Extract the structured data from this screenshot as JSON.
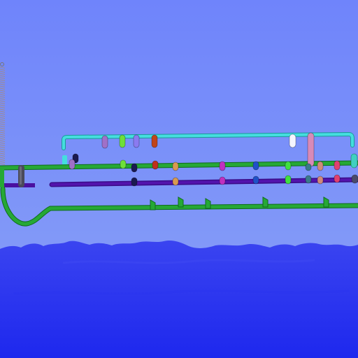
{
  "colors": {
    "sky": "#7287fb",
    "sky_haze": "#8fa5f6",
    "water": "#2c36f2",
    "water_deep": "#1f2aee",
    "green_rail": "#1f9a2e",
    "green_rail_edge": "#0f6b1a",
    "purple_rail": "#4a10a0",
    "purple_rail_edge": "#2c0a66",
    "cyan_rail": "#3fd6d6",
    "cyan_rail_edge": "#1a9a9a",
    "spring": "#9a8a8a"
  },
  "riders": [
    {
      "name": "violet-car",
      "color": "#a070c8"
    },
    {
      "name": "lime-car",
      "color": "#6ee03a"
    },
    {
      "name": "lavender-car",
      "color": "#8a7af0"
    },
    {
      "name": "rust-car",
      "color": "#c0441a"
    },
    {
      "name": "white-car",
      "color": "#f4f4ff"
    },
    {
      "name": "pink-car",
      "color": "#d88ab8"
    },
    {
      "name": "navy-car",
      "color": "#1a1a50"
    },
    {
      "name": "crimson-car",
      "color": "#c0301a"
    },
    {
      "name": "tan-car",
      "color": "#d89a50"
    },
    {
      "name": "magenta-car",
      "color": "#c030c0"
    },
    {
      "name": "blue-car",
      "color": "#2050c8"
    },
    {
      "name": "green-car",
      "color": "#40e040"
    },
    {
      "name": "slate-car",
      "color": "#3a7a8a"
    },
    {
      "name": "salmon-car",
      "color": "#d08a7a"
    },
    {
      "name": "rose-car",
      "color": "#e04070"
    },
    {
      "name": "teal-car",
      "color": "#40d0c0"
    },
    {
      "name": "gray-car",
      "color": "#4a4a6a"
    }
  ]
}
